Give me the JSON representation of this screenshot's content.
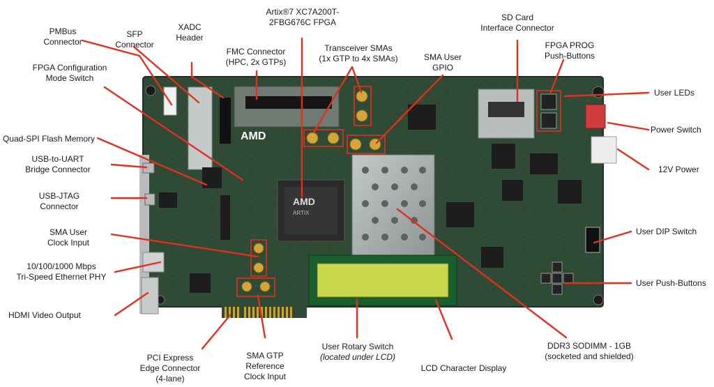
{
  "board": {
    "chip_logo_main": "AMD",
    "chip_logo_sub": "ARTIX",
    "colors": {
      "pcb": "#2f4a35",
      "leader": "#e0301e",
      "lcd": "#c9d84a",
      "heatsink": "#a9adae"
    }
  },
  "labels": {
    "pmbus_1": "PMBus",
    "pmbus_2": "Connector",
    "sfp_1": "SFP",
    "sfp_2": "Connector",
    "xadc_1": "XADC",
    "xadc_2": "Header",
    "fpga_1": "Artix®7 XC7A200T-",
    "fpga_2": "2FBG676C FPGA",
    "fmc_1": "FMC Connector",
    "fmc_2": "(HPC, 2x GTPs)",
    "transceiver_1": "Transceiver SMAs",
    "transceiver_2": "(1x GTP to 4x SMAs)",
    "sma_user_gpio_1": "SMA User",
    "sma_user_gpio_2": "GPIO",
    "sd_card_1": "SD Card",
    "sd_card_2": "Interface Connector",
    "fpga_prog_1": "FPGA PROG",
    "fpga_prog_2": "Push-Buttons",
    "fpga_config_1": "FPGA Configuration",
    "fpga_config_2": "Mode Switch",
    "quad_spi": "Quad-SPI Flash Memory",
    "usb_uart_1": "USB-to-UART",
    "usb_uart_2": "Bridge Connector",
    "usb_jtag_1": "USB-JTAG",
    "usb_jtag_2": "Connector",
    "sma_user_clock_1": "SMA User",
    "sma_user_clock_2": "Clock Input",
    "ethernet_1": "10/100/1000 Mbps",
    "ethernet_2": "Tri-Speed Ethernet PHY",
    "hdmi": "HDMI Video Output",
    "pci_1": "PCI Express",
    "pci_2": "Edge Connector",
    "pci_3": "(4-lane)",
    "sma_gtp_1": "SMA GTP",
    "sma_gtp_2": "Reference",
    "sma_gtp_3": "Clock Input",
    "rotary_1": "User Rotary Switch",
    "rotary_2": "(located under LCD)",
    "lcd": "LCD Character Display",
    "ddr3_1": "DDR3 SODIMM - 1GB",
    "ddr3_2": "(socketed and shielded)",
    "user_leds": "User LEDs",
    "power_switch": "Power Switch",
    "power_12v": "12V Power",
    "user_dip": "User DIP Switch",
    "user_push": "User Push-Buttons"
  }
}
